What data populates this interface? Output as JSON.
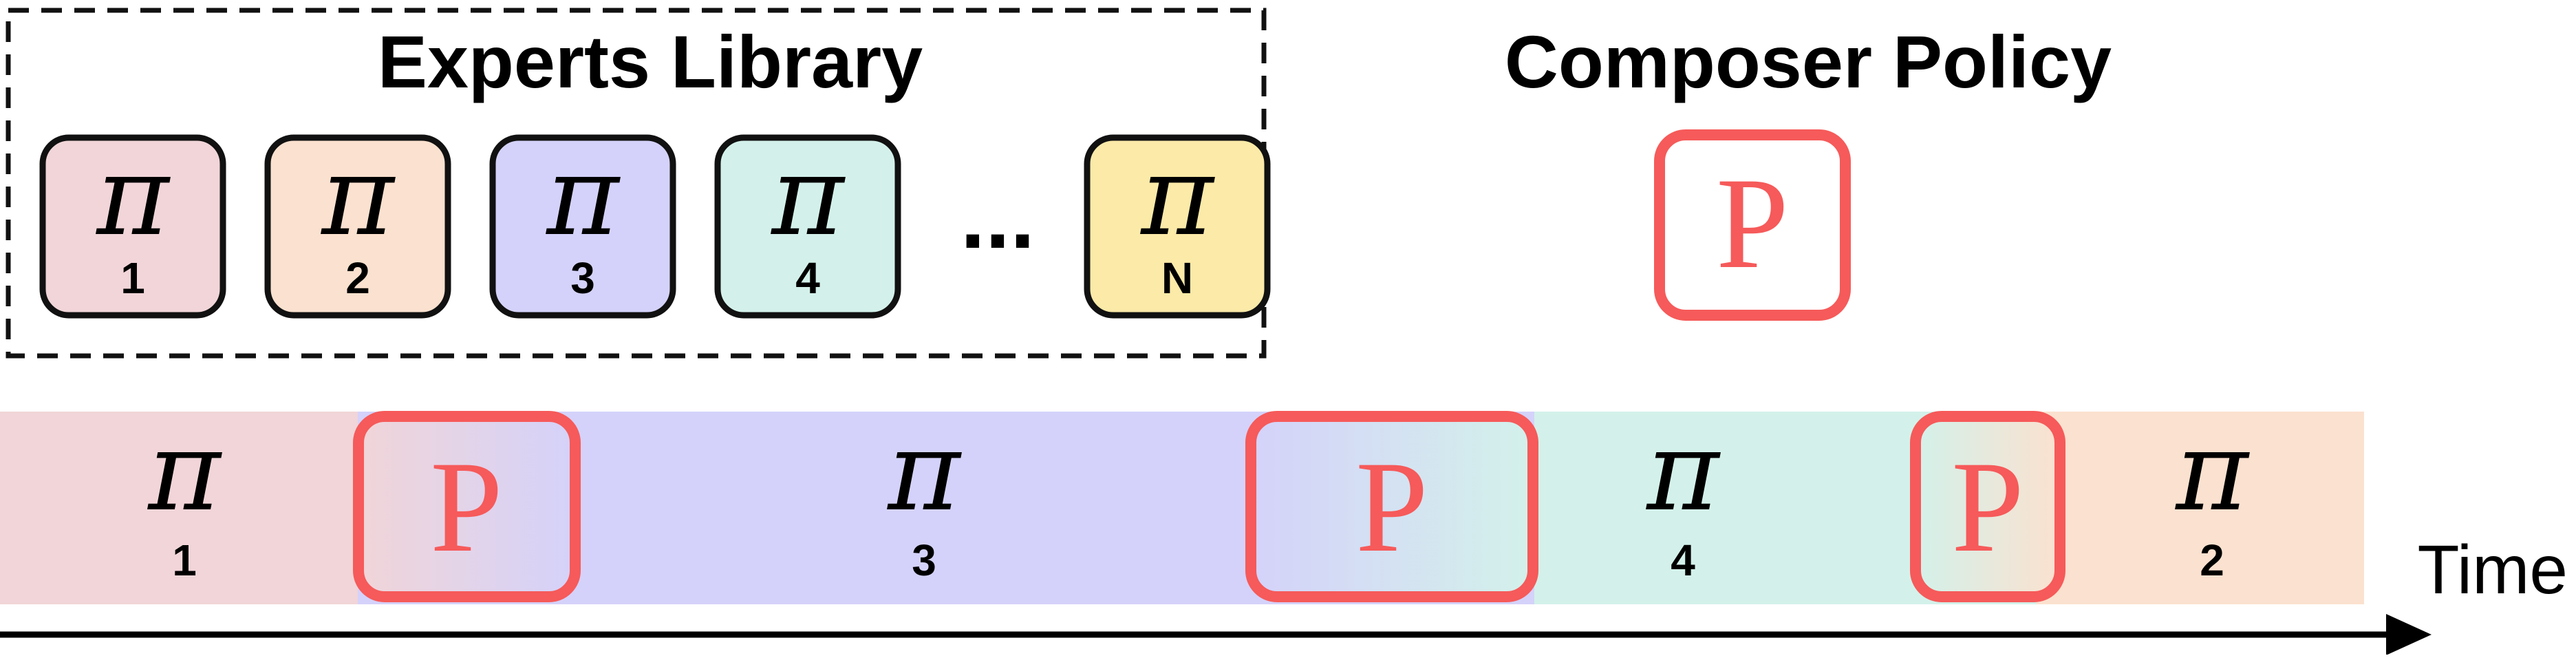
{
  "library": {
    "title": "Experts Library",
    "ellipsis": "...",
    "experts": [
      {
        "symbol": "π",
        "index": "1",
        "color": "#f1d5d8"
      },
      {
        "symbol": "π",
        "index": "2",
        "color": "#fbe1cf"
      },
      {
        "symbol": "π",
        "index": "3",
        "color": "#d4d2fa"
      },
      {
        "symbol": "π",
        "index": "4",
        "color": "#d3f1ea"
      },
      {
        "symbol": "π",
        "index": "N",
        "color": "#fbeaa8"
      }
    ]
  },
  "composer": {
    "title": "Composer Policy",
    "letter": "P",
    "color": "#f65a5a"
  },
  "timeline": {
    "label": "Time",
    "segments": [
      {
        "symbol": "π",
        "index": "1",
        "color": "#f1d5d8"
      },
      {
        "symbol": "π",
        "index": "3",
        "color": "#d4d2fa"
      },
      {
        "symbol": "π",
        "index": "4",
        "color": "#d3f1ea"
      },
      {
        "symbol": "π",
        "index": "2",
        "color": "#fbe1cf"
      }
    ],
    "switches": [
      {
        "letter": "P"
      },
      {
        "letter": "P"
      },
      {
        "letter": "P"
      }
    ]
  }
}
